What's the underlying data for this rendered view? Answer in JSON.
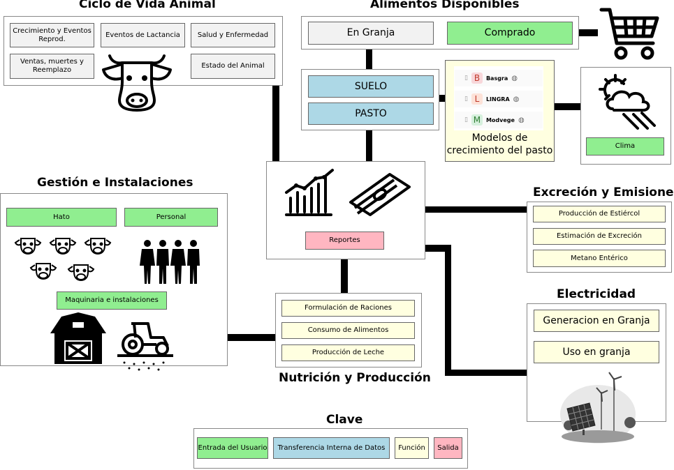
{
  "ciclo": {
    "title": "Ciclo de Vida Animal",
    "items": [
      "Crecimiento y Eventos Reprod.",
      "Eventos de Lactancia",
      "Salud y Enfermedad",
      "Ventas, muertes y Reemplazo",
      "Estado del Animal"
    ]
  },
  "alimentos": {
    "title": "Alimentos Disponibles",
    "en_granja": "En Granja",
    "comprado": "Comprado",
    "suelo": "SUELO",
    "pasto": "PASTO"
  },
  "modelos": {
    "rows": [
      {
        "letter": "B",
        "name": "Basgra",
        "color": "#f8d7da",
        "letter_color": "#c0392b"
      },
      {
        "letter": "L",
        "name": "LINGRA",
        "color": "#fde2d8",
        "letter_color": "#c0392b"
      },
      {
        "letter": "M",
        "name": "Modvege",
        "color": "#d6f0dd",
        "letter_color": "#2e7d32"
      }
    ],
    "caption": "Modelos de crecimiento del pasto"
  },
  "clima": {
    "label": "Clima"
  },
  "reportes": {
    "label": "Reportes"
  },
  "gestion": {
    "title": "Gestión e Instalaciones",
    "hato": "Hato",
    "personal": "Personal",
    "maquinaria": "Maquinaria e instalaciones"
  },
  "excrecion": {
    "title": "Excreción y Emisiones",
    "items": [
      "Producción de Estiércol",
      "Estimación de Excreción",
      "Metano Entérico"
    ]
  },
  "nutricion": {
    "title": "Nutrición y Producción",
    "items": [
      "Formulación de Raciones",
      "Consumo de Alimentos",
      "Producción de Leche"
    ]
  },
  "electricidad": {
    "title": "Electricidad",
    "items": [
      "Generacion en Granja",
      "Uso en granja"
    ]
  },
  "clave": {
    "title": "Clave",
    "items": [
      "Entrada del Usuario",
      "Transferencia Interna de Datos",
      "Función",
      "Salida"
    ]
  },
  "colors": {
    "input": "#90ee90",
    "transfer": "#add8e6",
    "function": "#ffffe0",
    "output": "#ffb6c1"
  },
  "icons": [
    "cow-head-icon",
    "shopping-cart-icon",
    "weather-icon",
    "growth-chart-icon",
    "money-icon",
    "cow-icon",
    "people-icon",
    "barn-icon",
    "tractor-icon",
    "solar-wind-icon",
    "globe-icon",
    "copy-icon"
  ]
}
